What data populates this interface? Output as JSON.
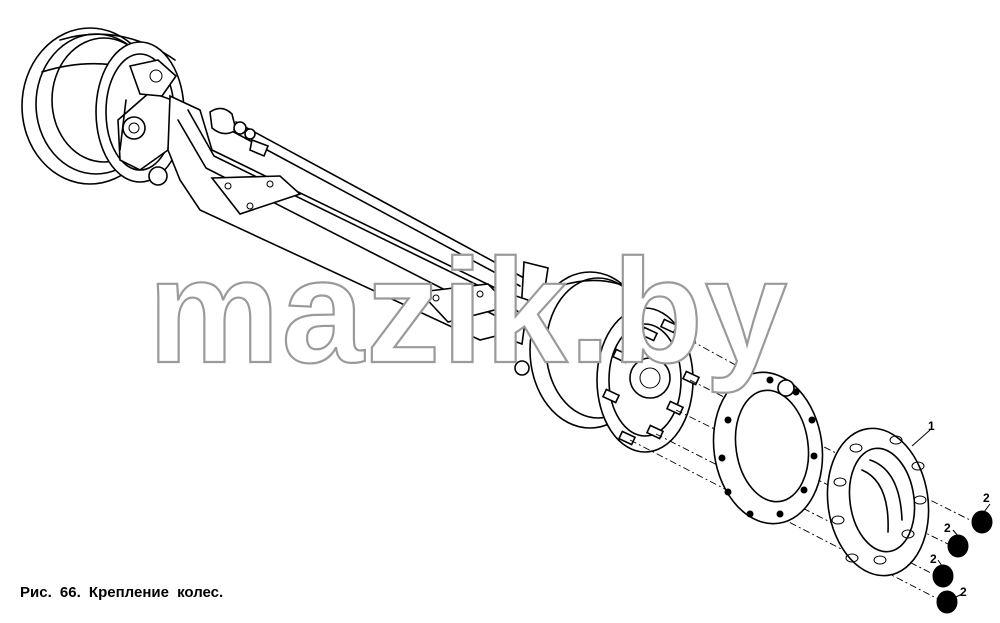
{
  "figure": {
    "caption": "Рис. 66. Крепление колес.",
    "watermark": "mazik.by"
  },
  "callouts": [
    {
      "id": "part-1",
      "text": "1"
    },
    {
      "id": "nut-a",
      "text": "2"
    },
    {
      "id": "nut-b",
      "text": "2"
    },
    {
      "id": "nut-c",
      "text": "2"
    },
    {
      "id": "nut-d",
      "text": "2"
    }
  ]
}
